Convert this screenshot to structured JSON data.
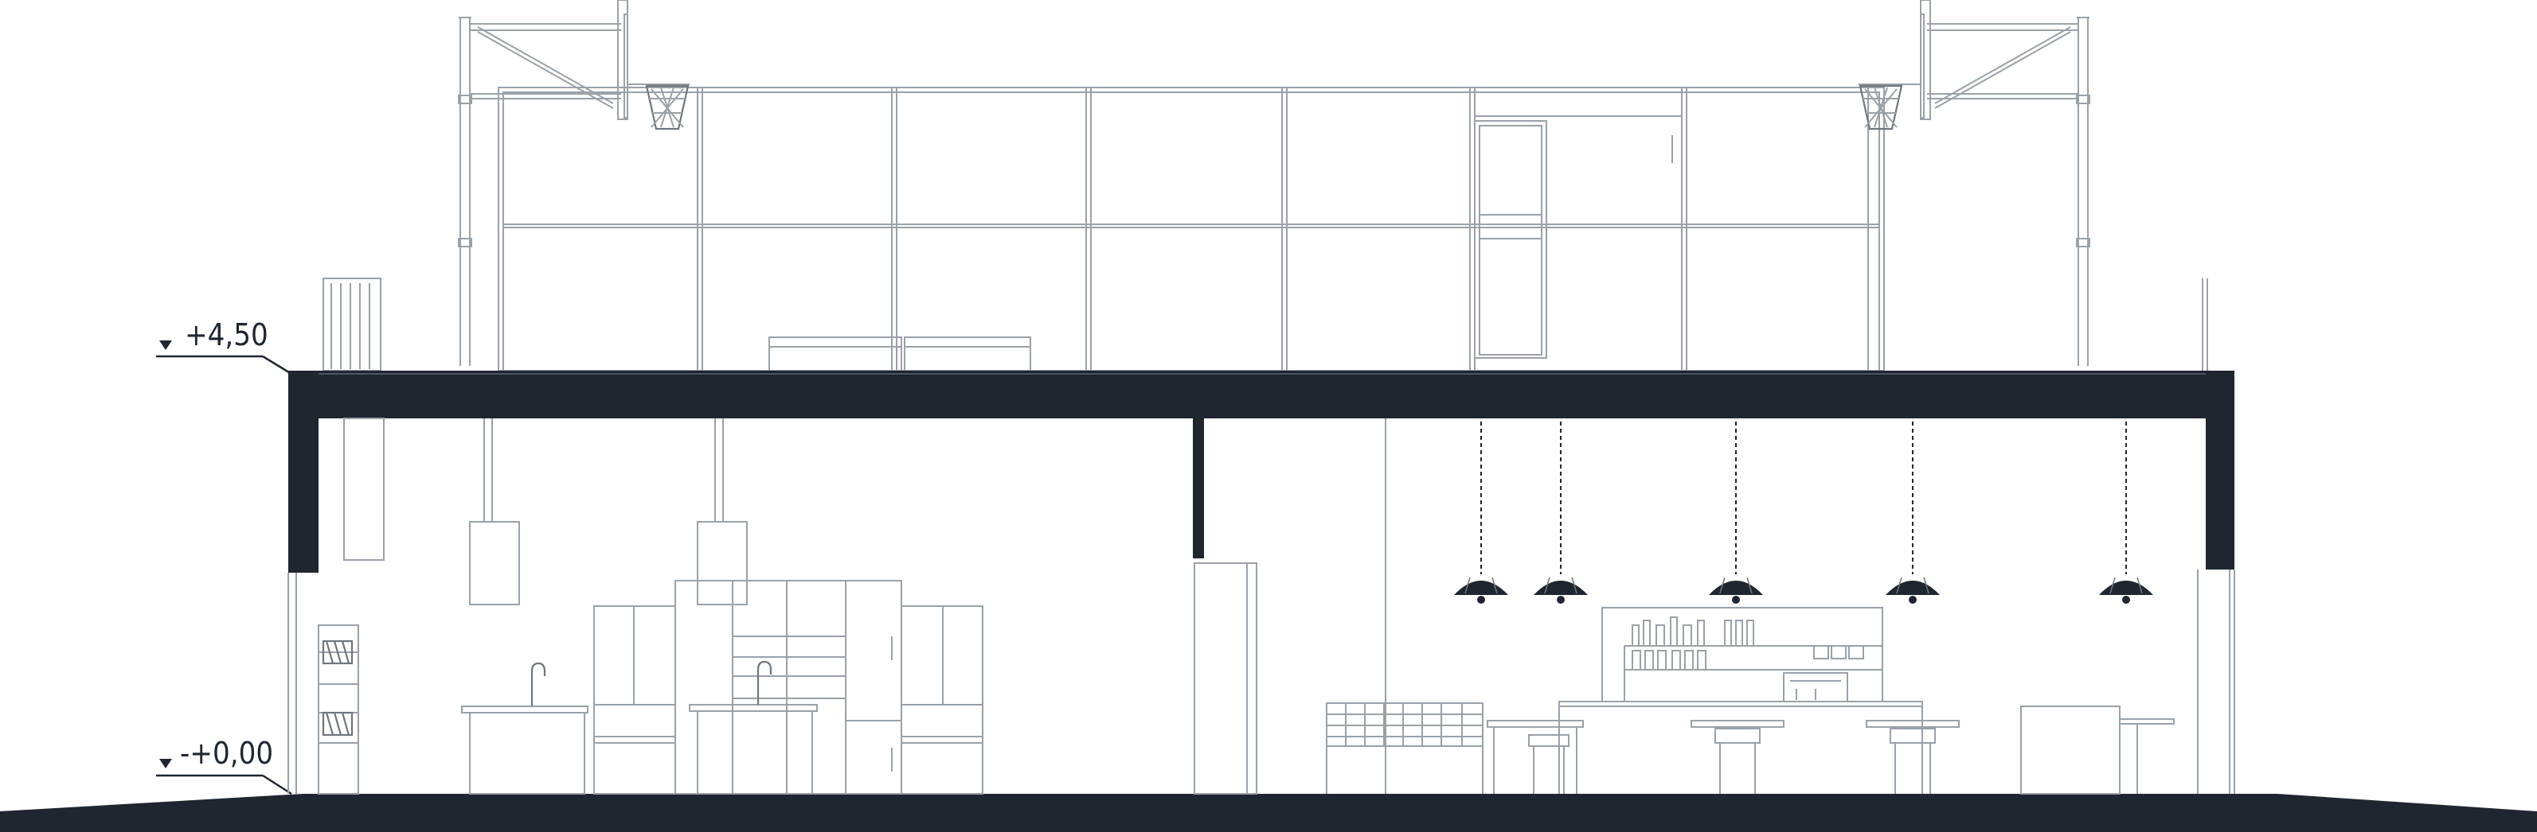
{
  "drawing": {
    "type": "building-section",
    "colors": {
      "structure": "#1f2630",
      "linework": "#9aa1a8",
      "background": "#ffffff"
    },
    "levels": [
      {
        "id": "upper",
        "label": "+4,50",
        "marker": "triangle-down-icon"
      },
      {
        "id": "ground",
        "label": "-+0,00",
        "marker": "triangle-down-icon"
      }
    ],
    "pendant_lamp_count": 5,
    "basketball_hoop_count": 2
  }
}
